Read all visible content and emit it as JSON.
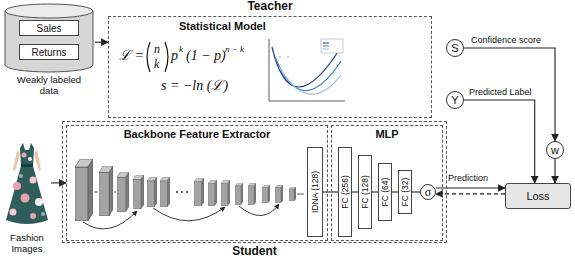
{
  "diagram": {
    "nodes": [
      {
        "text": [
          "Weakly labeled data"
        ]
      },
      {
        "text": [
          "Sales"
        ],
        "in": 0
      },
      {
        "text": [
          "Returns"
        ],
        "in": 0
      },
      {
        "text": [
          "Teacher",
          "Statistical Model"
        ]
      },
      {
        "text": [
          "S"
        ]
      },
      {
        "text": [
          "Y"
        ]
      },
      {
        "text": [
          "w"
        ]
      },
      {
        "text": [
          "Fashion Images"
        ]
      },
      {
        "text": [
          "Student"
        ]
      },
      {
        "text": [
          "Backbone Feature Extractor"
        ],
        "in": 8
      },
      {
        "text": [
          "IDNA (128)"
        ],
        "in": 9
      },
      {
        "text": [
          "MLP"
        ],
        "in": 8
      },
      {
        "text": [
          "FC (256)"
        ],
        "in": 11
      },
      {
        "text": [
          "FC (128)"
        ],
        "in": 11
      },
      {
        "text": [
          "FC (64)"
        ],
        "in": 11
      },
      {
        "text": [
          "FC (32)"
        ],
        "in": 11
      },
      {
        "text": [
          "σ"
        ],
        "in": 11
      },
      {
        "text": [
          "Loss"
        ]
      }
    ],
    "edges": [
      {
        "from": 0,
        "to": 3,
        "arrow": "to"
      },
      {
        "from": 4,
        "to": 6,
        "label": "Confidence score",
        "arrow": "to"
      },
      {
        "from": 5,
        "to": 17,
        "label": "Predicted Label",
        "arrow": "to"
      },
      {
        "from": 6,
        "to": 17,
        "arrow": "to"
      },
      {
        "from": 7,
        "to": 9,
        "arrow": "to"
      },
      {
        "from": 10,
        "to": 12,
        "arrow": "none"
      },
      {
        "from": 12,
        "to": 13,
        "arrow": "none"
      },
      {
        "from": 13,
        "to": 14,
        "arrow": "none"
      },
      {
        "from": 14,
        "to": 15,
        "arrow": "none"
      },
      {
        "from": 15,
        "to": 16,
        "arrow": "none"
      },
      {
        "from": 16,
        "to": 17,
        "label": "Prediction",
        "arrow": "to"
      },
      {
        "from": 17,
        "to": 16,
        "arrow": "to"
      }
    ],
    "labels": [
      "ℒ =",
      "n",
      "k",
      "p",
      "k",
      "(1 − p)",
      "n − k",
      "s = −ln (ℒ)"
    ]
  }
}
